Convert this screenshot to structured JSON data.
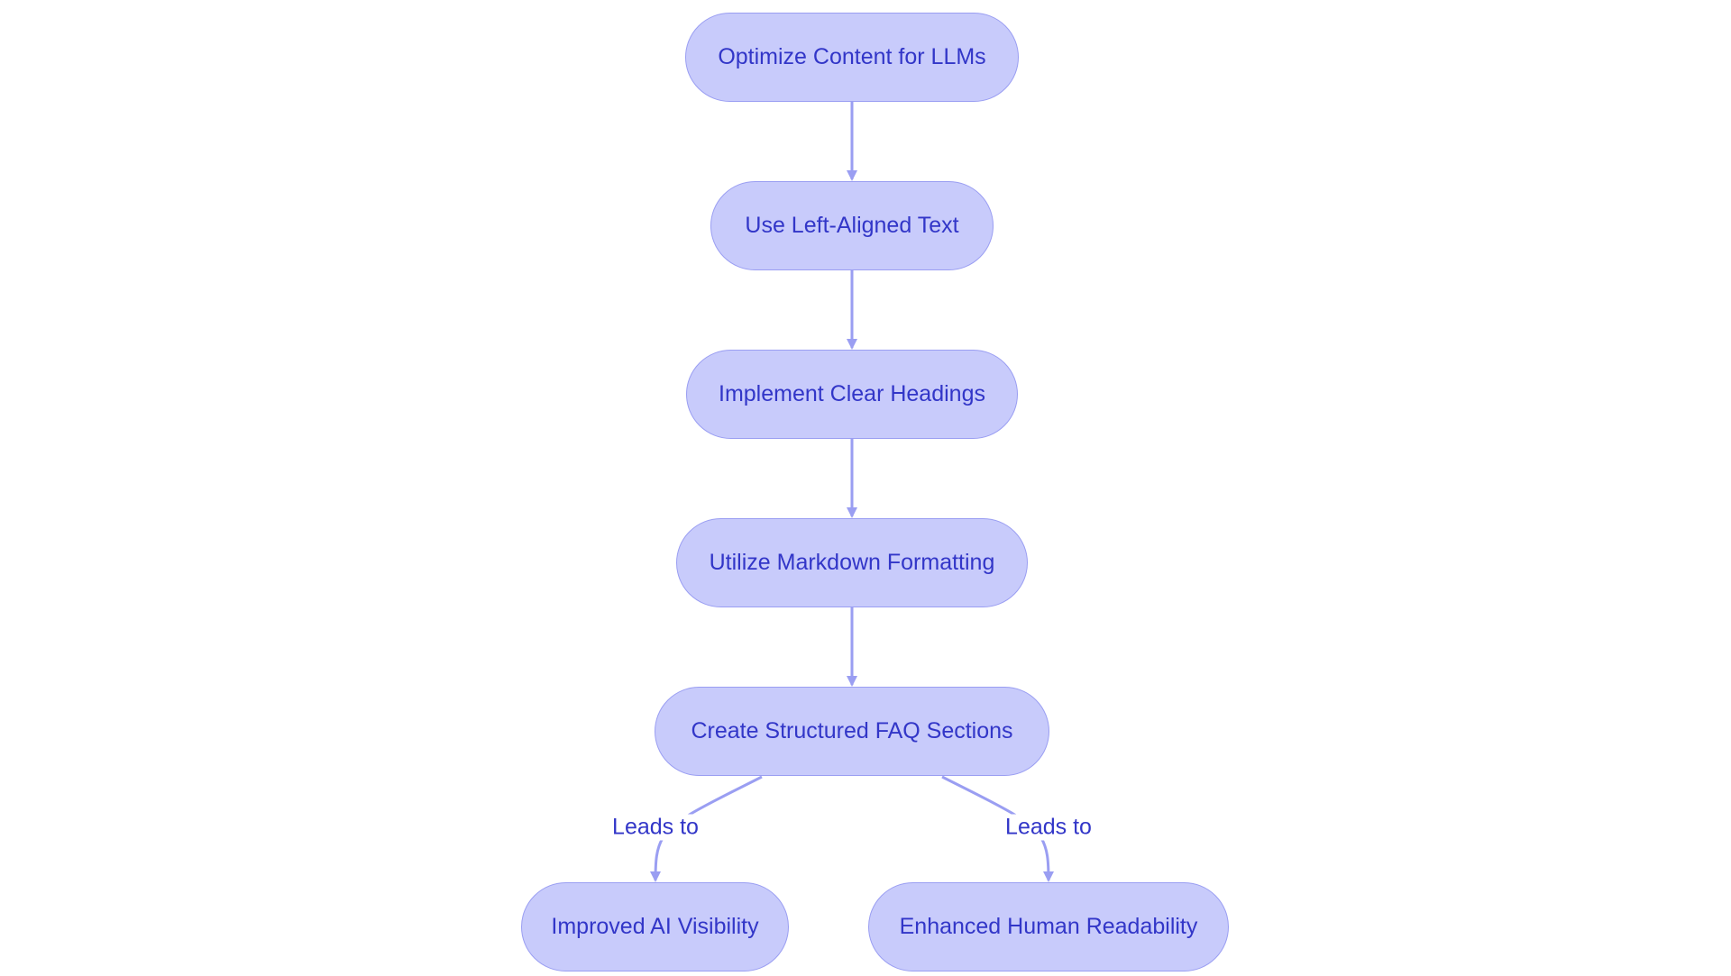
{
  "diagram": {
    "nodes": {
      "optimize": "Optimize Content for LLMs",
      "left_aligned": "Use Left-Aligned Text",
      "headings": "Implement Clear Headings",
      "markdown": "Utilize Markdown Formatting",
      "faq": "Create Structured FAQ Sections",
      "ai_visibility": "Improved AI Visibility",
      "readability": "Enhanced Human Readability"
    },
    "edge_labels": {
      "faq_to_ai": "Leads to",
      "faq_to_readability": "Leads to"
    },
    "colors": {
      "node_fill": "#c8cbfb",
      "node_border": "#9a9ef2",
      "text": "#3236c8",
      "edge": "#9a9ef2"
    }
  }
}
